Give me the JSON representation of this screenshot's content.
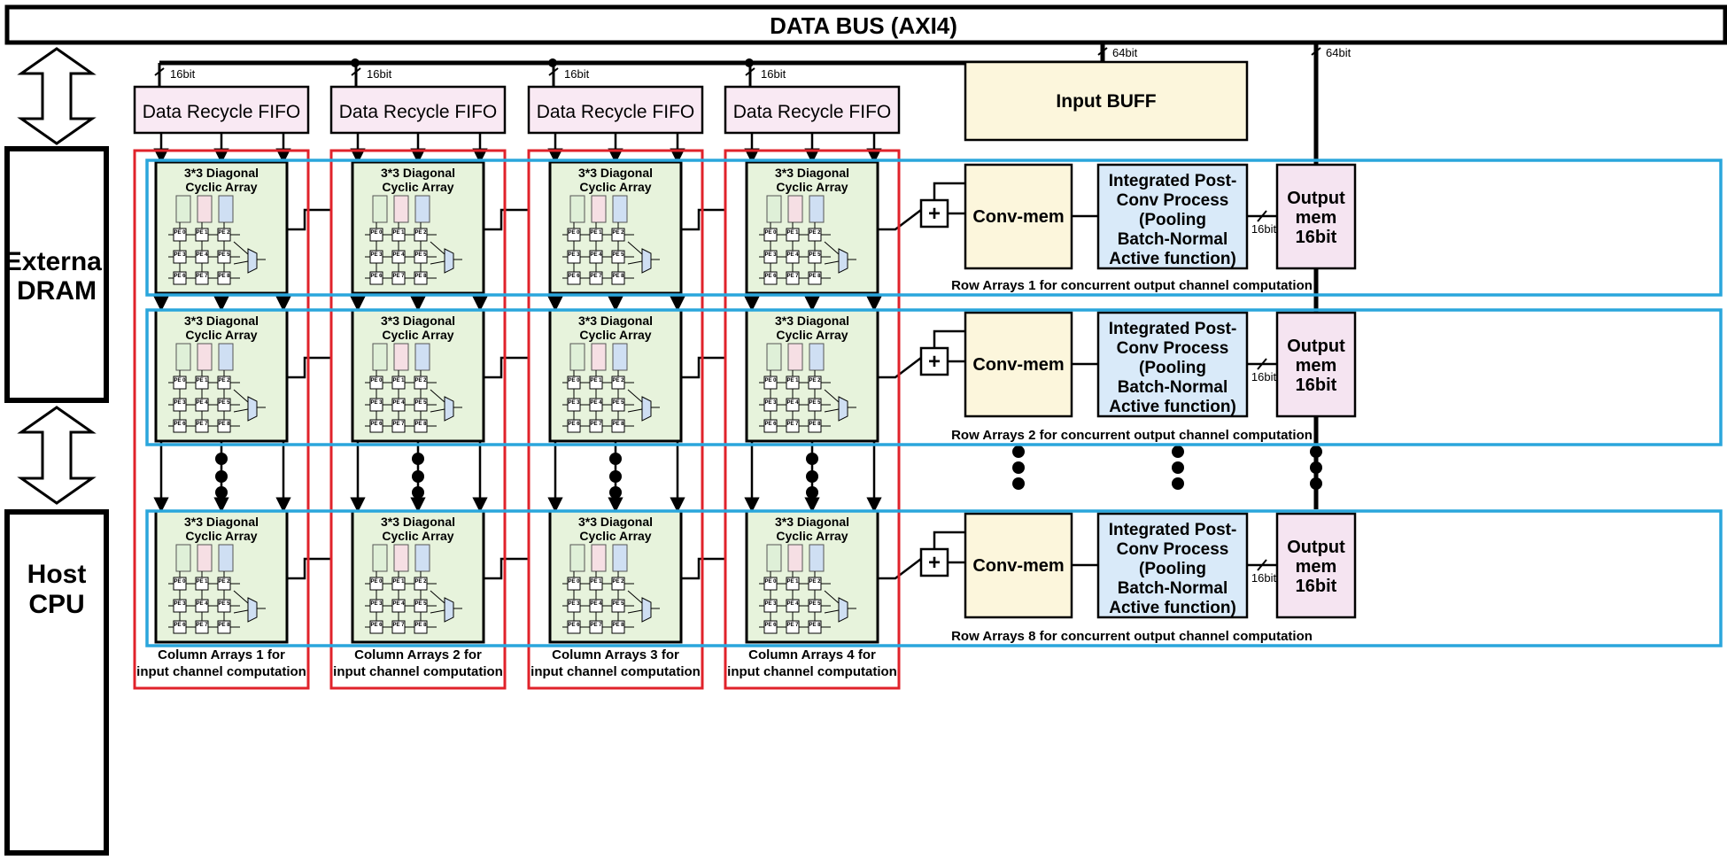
{
  "bus": {
    "title": "DATA BUS (AXI4)",
    "width_64": "64bit",
    "width_16": "16bit"
  },
  "side": {
    "dram": [
      "External",
      "DRAM"
    ],
    "cpu": [
      "Host",
      "CPU"
    ]
  },
  "fifo_label": "Data Recycle FIFO",
  "input_buff": "Input BUFF",
  "array_title": [
    "3*3 Diagonal",
    "Cyclic Array"
  ],
  "pe_labels": [
    "PE 0",
    "PE 1",
    "PE 2",
    "PE 3",
    "PE 4",
    "PE 5",
    "PE 6",
    "PE 7",
    "PE 8"
  ],
  "adder": "+",
  "conv_mem": "Conv-mem",
  "post_process": [
    "Integrated Post-",
    "Conv Process",
    "(Pooling",
    "Batch-Normal",
    "Active function)"
  ],
  "output_mem": [
    "Output",
    "mem",
    "16bit"
  ],
  "row_captions": [
    "Row Arrays 1 for concurrent output channel computation",
    "Row Arrays 2 for concurrent output channel computation",
    "Row Arrays 8 for concurrent output channel computation"
  ],
  "column_captions": [
    [
      "Column Arrays 1 for",
      "input channel computation"
    ],
    [
      "Column Arrays 2 for",
      "input channel computation"
    ],
    [
      "Column Arrays 3 for",
      "input channel computation"
    ],
    [
      "Column Arrays 4 for",
      "input channel computation"
    ]
  ]
}
